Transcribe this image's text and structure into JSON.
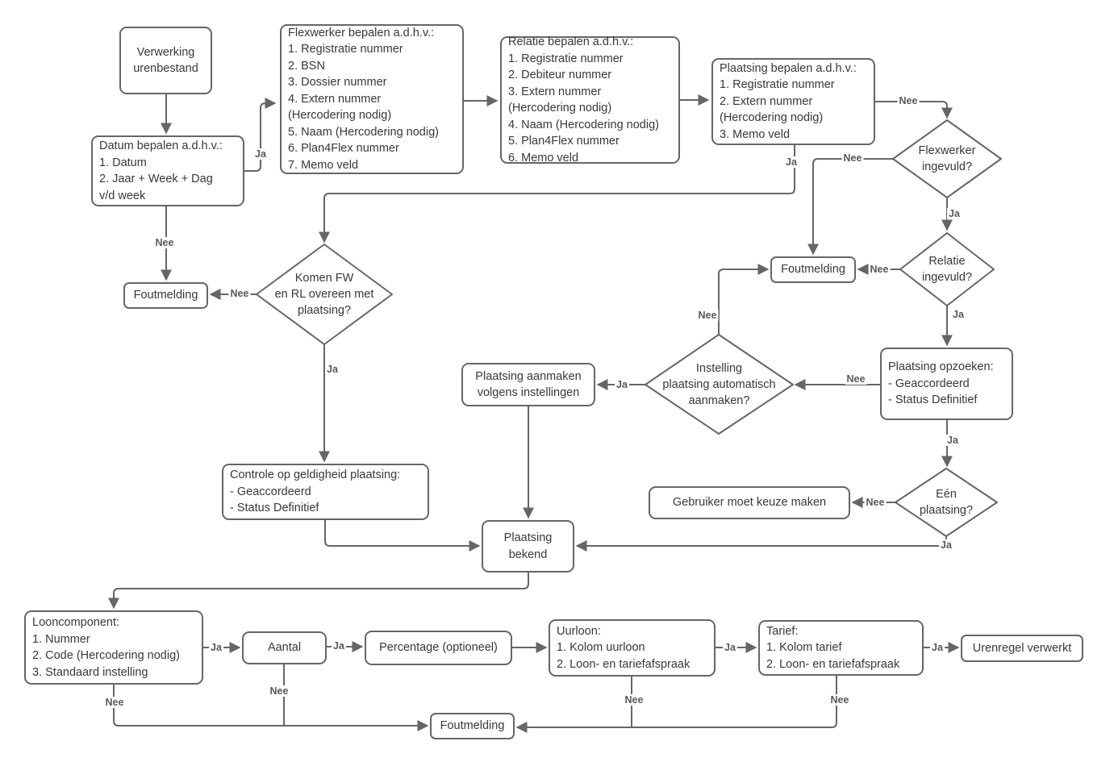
{
  "colors": {
    "stroke": "#666666",
    "node_text": "#383838",
    "edge_label_text": "#595959",
    "background": "#ffffff"
  },
  "edge_labels": {
    "ja": "Ja",
    "nee": "Nee"
  },
  "nodes": {
    "verwerking": {
      "label": "Verwerking\nurenbestand"
    },
    "datum": {
      "label": "Datum bepalen a.d.h.v.:\n1. Datum\n2. Jaar + Week + Dag\nv/d week"
    },
    "flexwerker": {
      "label": "Flexwerker bepalen a.d.h.v.:\n1. Registratie nummer\n2. BSN\n3. Dossier nummer\n4. Extern nummer\n(Hercodering nodig)\n5. Naam (Hercodering nodig)\n6. Plan4Flex nummer\n7. Memo veld"
    },
    "relatie": {
      "label": "Relatie bepalen a.d.h.v.:\n1. Registratie nummer\n2. Debiteur nummer\n3. Extern nummer\n(Hercodering nodig)\n4. Naam (Hercodering nodig)\n5. Plan4Flex nummer\n6. Memo veld"
    },
    "plaatsing_bepalen": {
      "label": "Plaatsing bepalen a.d.h.v.:\n1. Registratie nummer\n2. Extern nummer\n(Hercodering nodig)\n3. Memo veld"
    },
    "foutmelding_top_right": {
      "label": "Foutmelding"
    },
    "plaatsing_opzoeken": {
      "label": "Plaatsing opzoeken:\n- Geaccordeerd\n- Status Definitief"
    },
    "plaatsing_aanmaken": {
      "label": "Plaatsing aanmaken\nvolgens instellingen"
    },
    "foutmelding_left": {
      "label": "Foutmelding"
    },
    "controle": {
      "label": "Controle op geldigheid plaatsing:\n- Geaccordeerd\n- Status Definitief"
    },
    "gebruiker": {
      "label": "Gebruiker moet keuze maken"
    },
    "plaatsing_bekend": {
      "label": "Plaatsing\nbekend"
    },
    "looncomponent": {
      "label": "Looncomponent:\n1. Nummer\n2. Code (Hercodering nodig)\n3. Standaard instelling"
    },
    "aantal": {
      "label": "Aantal"
    },
    "percentage": {
      "label": "Percentage (optioneel)"
    },
    "uurloon": {
      "label": "Uurloon:\n1. Kolom uurloon\n2. Loon- en tariefafspraak"
    },
    "tarief": {
      "label": "Tarief:\n1. Kolom tarief\n2. Loon- en tariefafspraak"
    },
    "urenregel": {
      "label": "Urenregel verwerkt"
    },
    "foutmelding_bottom": {
      "label": "Foutmelding"
    },
    "flexwerker_ingevuld": {
      "label": "Flexwerker\ningevuld?"
    },
    "relatie_ingevuld": {
      "label": "Relatie\ningevuld?"
    },
    "instelling_automatisch": {
      "label": "Instelling\nplaatsing automatisch\naanmaken?"
    },
    "komen_overeen": {
      "label": "Komen FW\nen RL overeen met\nplaatsing?"
    },
    "een_plaatsing": {
      "label": "Eén\nplaatsing?"
    }
  }
}
